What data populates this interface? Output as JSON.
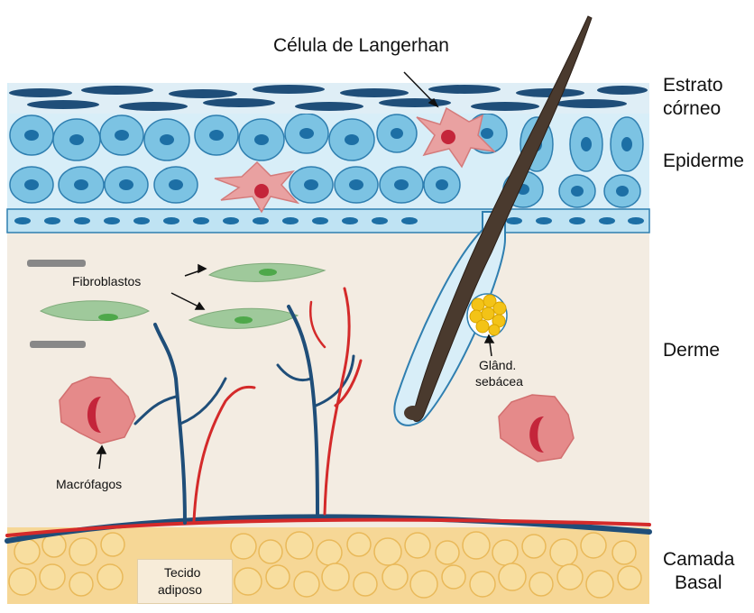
{
  "labels": {
    "langerhans": "Célula de Langerhan",
    "estrato_line1": "Estrato",
    "estrato_line2": "córneo",
    "epiderme": "Epiderme",
    "derme": "Derme",
    "camada_line1": "Camada",
    "camada_line2": "Basal",
    "fibroblastos": "Fibroblastos",
    "glandula_line1": "Glând.",
    "glandula_line2": "sebácea",
    "macrofagos": "Macrófagos",
    "tecido_line1": "Tecido",
    "tecido_line2": "adiposo"
  },
  "colors": {
    "stratum_cell": "#1f4e79",
    "epidermal_cell": "#7cc3e3",
    "epidermal_nucleus": "#1d6fa5",
    "dermis": "#f3ece2",
    "fibroblast": "#9fc99b",
    "langerhans": "#e9a1a1",
    "macrophage": "#e58a8a",
    "artery": "#d42a2a",
    "vein": "#1f4e79",
    "adipose": "#f6d796",
    "hair": "#4a3a2e",
    "sebaceous_gland": "#f3c317"
  }
}
